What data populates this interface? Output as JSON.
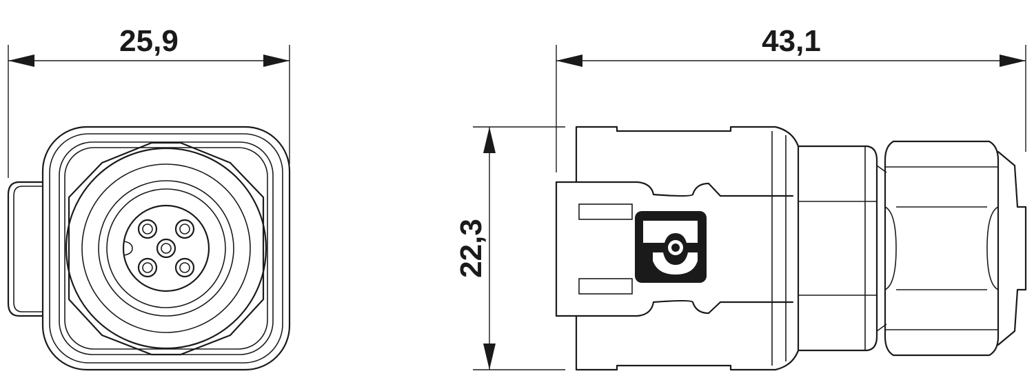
{
  "dimensions": {
    "front_width": "25,9",
    "side_length": "43,1",
    "side_height": "22,3"
  },
  "colors": {
    "line": "#1a1a1a",
    "background": "#ffffff"
  },
  "icons": {
    "logo": "phoenix-contact-logo-icon"
  }
}
